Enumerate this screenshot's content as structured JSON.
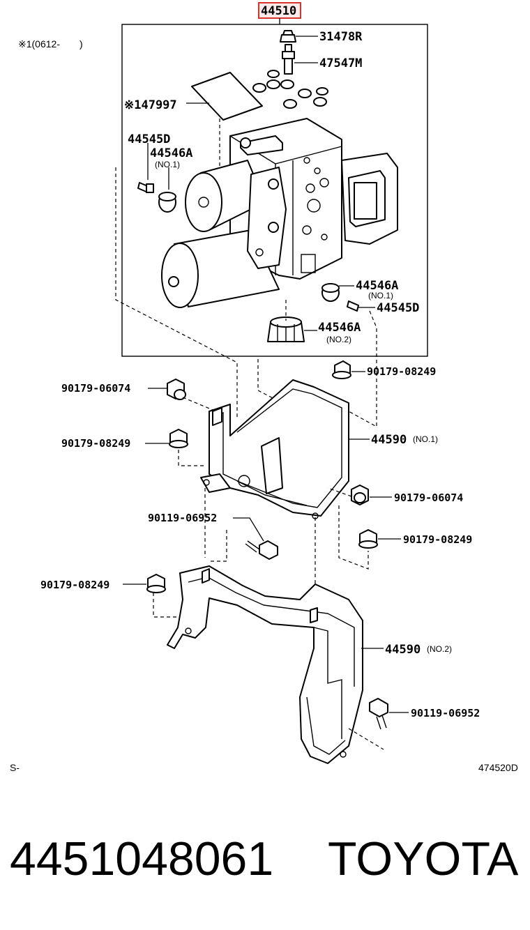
{
  "top_part_number": "44510",
  "footnote_range": "※1(0612-　　)",
  "labels": {
    "p31478R": "31478R",
    "p47547M": "47547M",
    "p47997": "※147997",
    "p44545D_left": "44545D",
    "p44546A_left": "44546A",
    "no1_left": "(NO.1)",
    "p44546A_right": "44546A",
    "no1_right": "(NO.1)",
    "p44545D_right": "44545D",
    "p44546A_bottom": "44546A",
    "no2_bottom": "(NO.2)",
    "p90179_08249_a": "90179-08249",
    "p90179_06074_a": "90179-06074",
    "p44590_no1": "44590",
    "no1_bracket": "(NO.1)",
    "p90179_08249_b": "90179-08249",
    "p90179_06074_b": "90179-06074",
    "p90119_06952_a": "90119-06952",
    "p90179_08249_c": "90179-08249",
    "p90179_08249_d": "90179-08249",
    "p44590_no2": "44590",
    "no2_bracket": "(NO.2)",
    "p90119_06952_b": "90119-06952"
  },
  "corner_left": "S-",
  "corner_right": "474520D",
  "footer": {
    "part_number": "4451048061",
    "brand": "TOYOTA"
  },
  "colors": {
    "highlight_box": "#d9342b",
    "ink": "#000000",
    "background": "#ffffff"
  }
}
